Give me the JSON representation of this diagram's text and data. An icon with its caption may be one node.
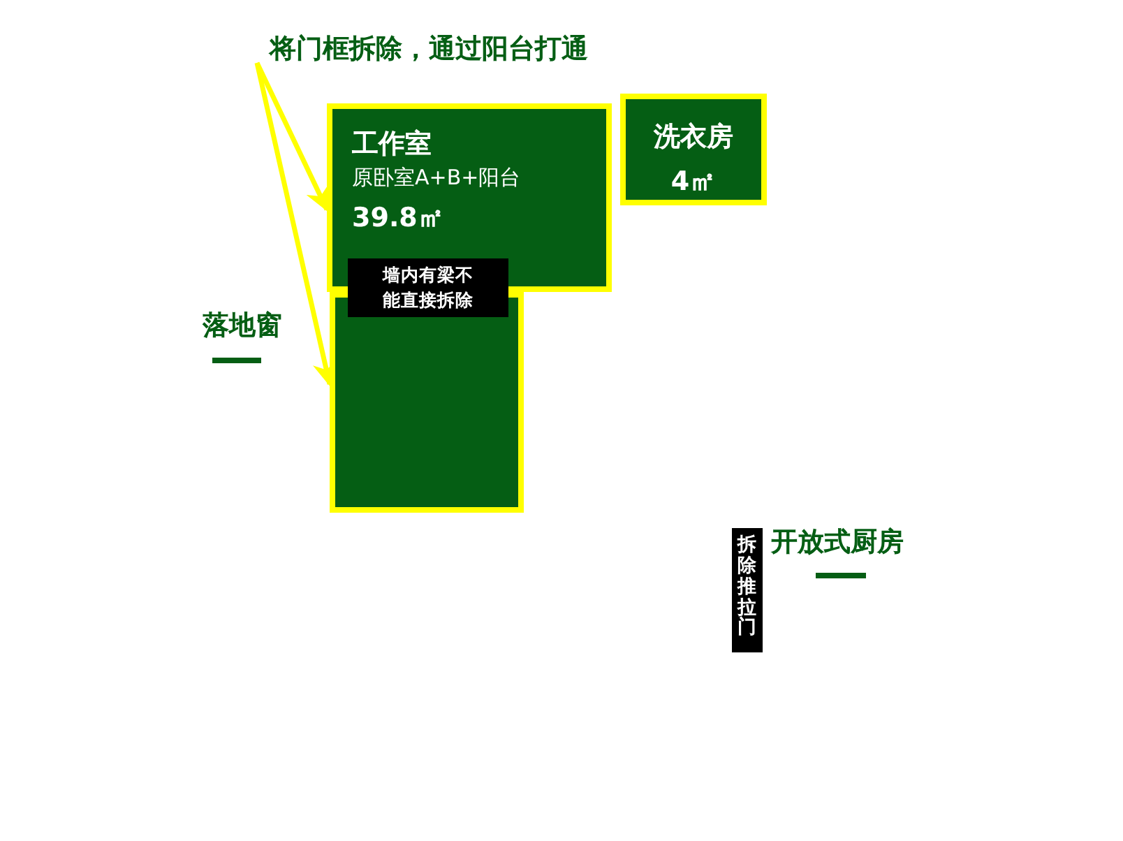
{
  "diagram": {
    "nodes": [
      {
        "text": [
          "将门框拆除，通过阳台打通"
        ]
      },
      {
        "text": [
          "工作室",
          "原卧室A+B+阳台",
          "39.8㎡"
        ]
      },
      {
        "text": [
          "洗衣房",
          "4㎡"
        ]
      },
      {
        "text": [],
        "shape": "box"
      },
      {
        "text": [
          "墙内有梁不能直接拆除"
        ]
      },
      {
        "text": [
          "拆除推拉门"
        ]
      }
    ],
    "edges": [
      {
        "from": 0,
        "to": 1,
        "arrow": "to"
      },
      {
        "from": 0,
        "to": 3,
        "arrow": "to"
      }
    ],
    "labels": [
      "落地窗",
      "开放式厨房"
    ]
  }
}
